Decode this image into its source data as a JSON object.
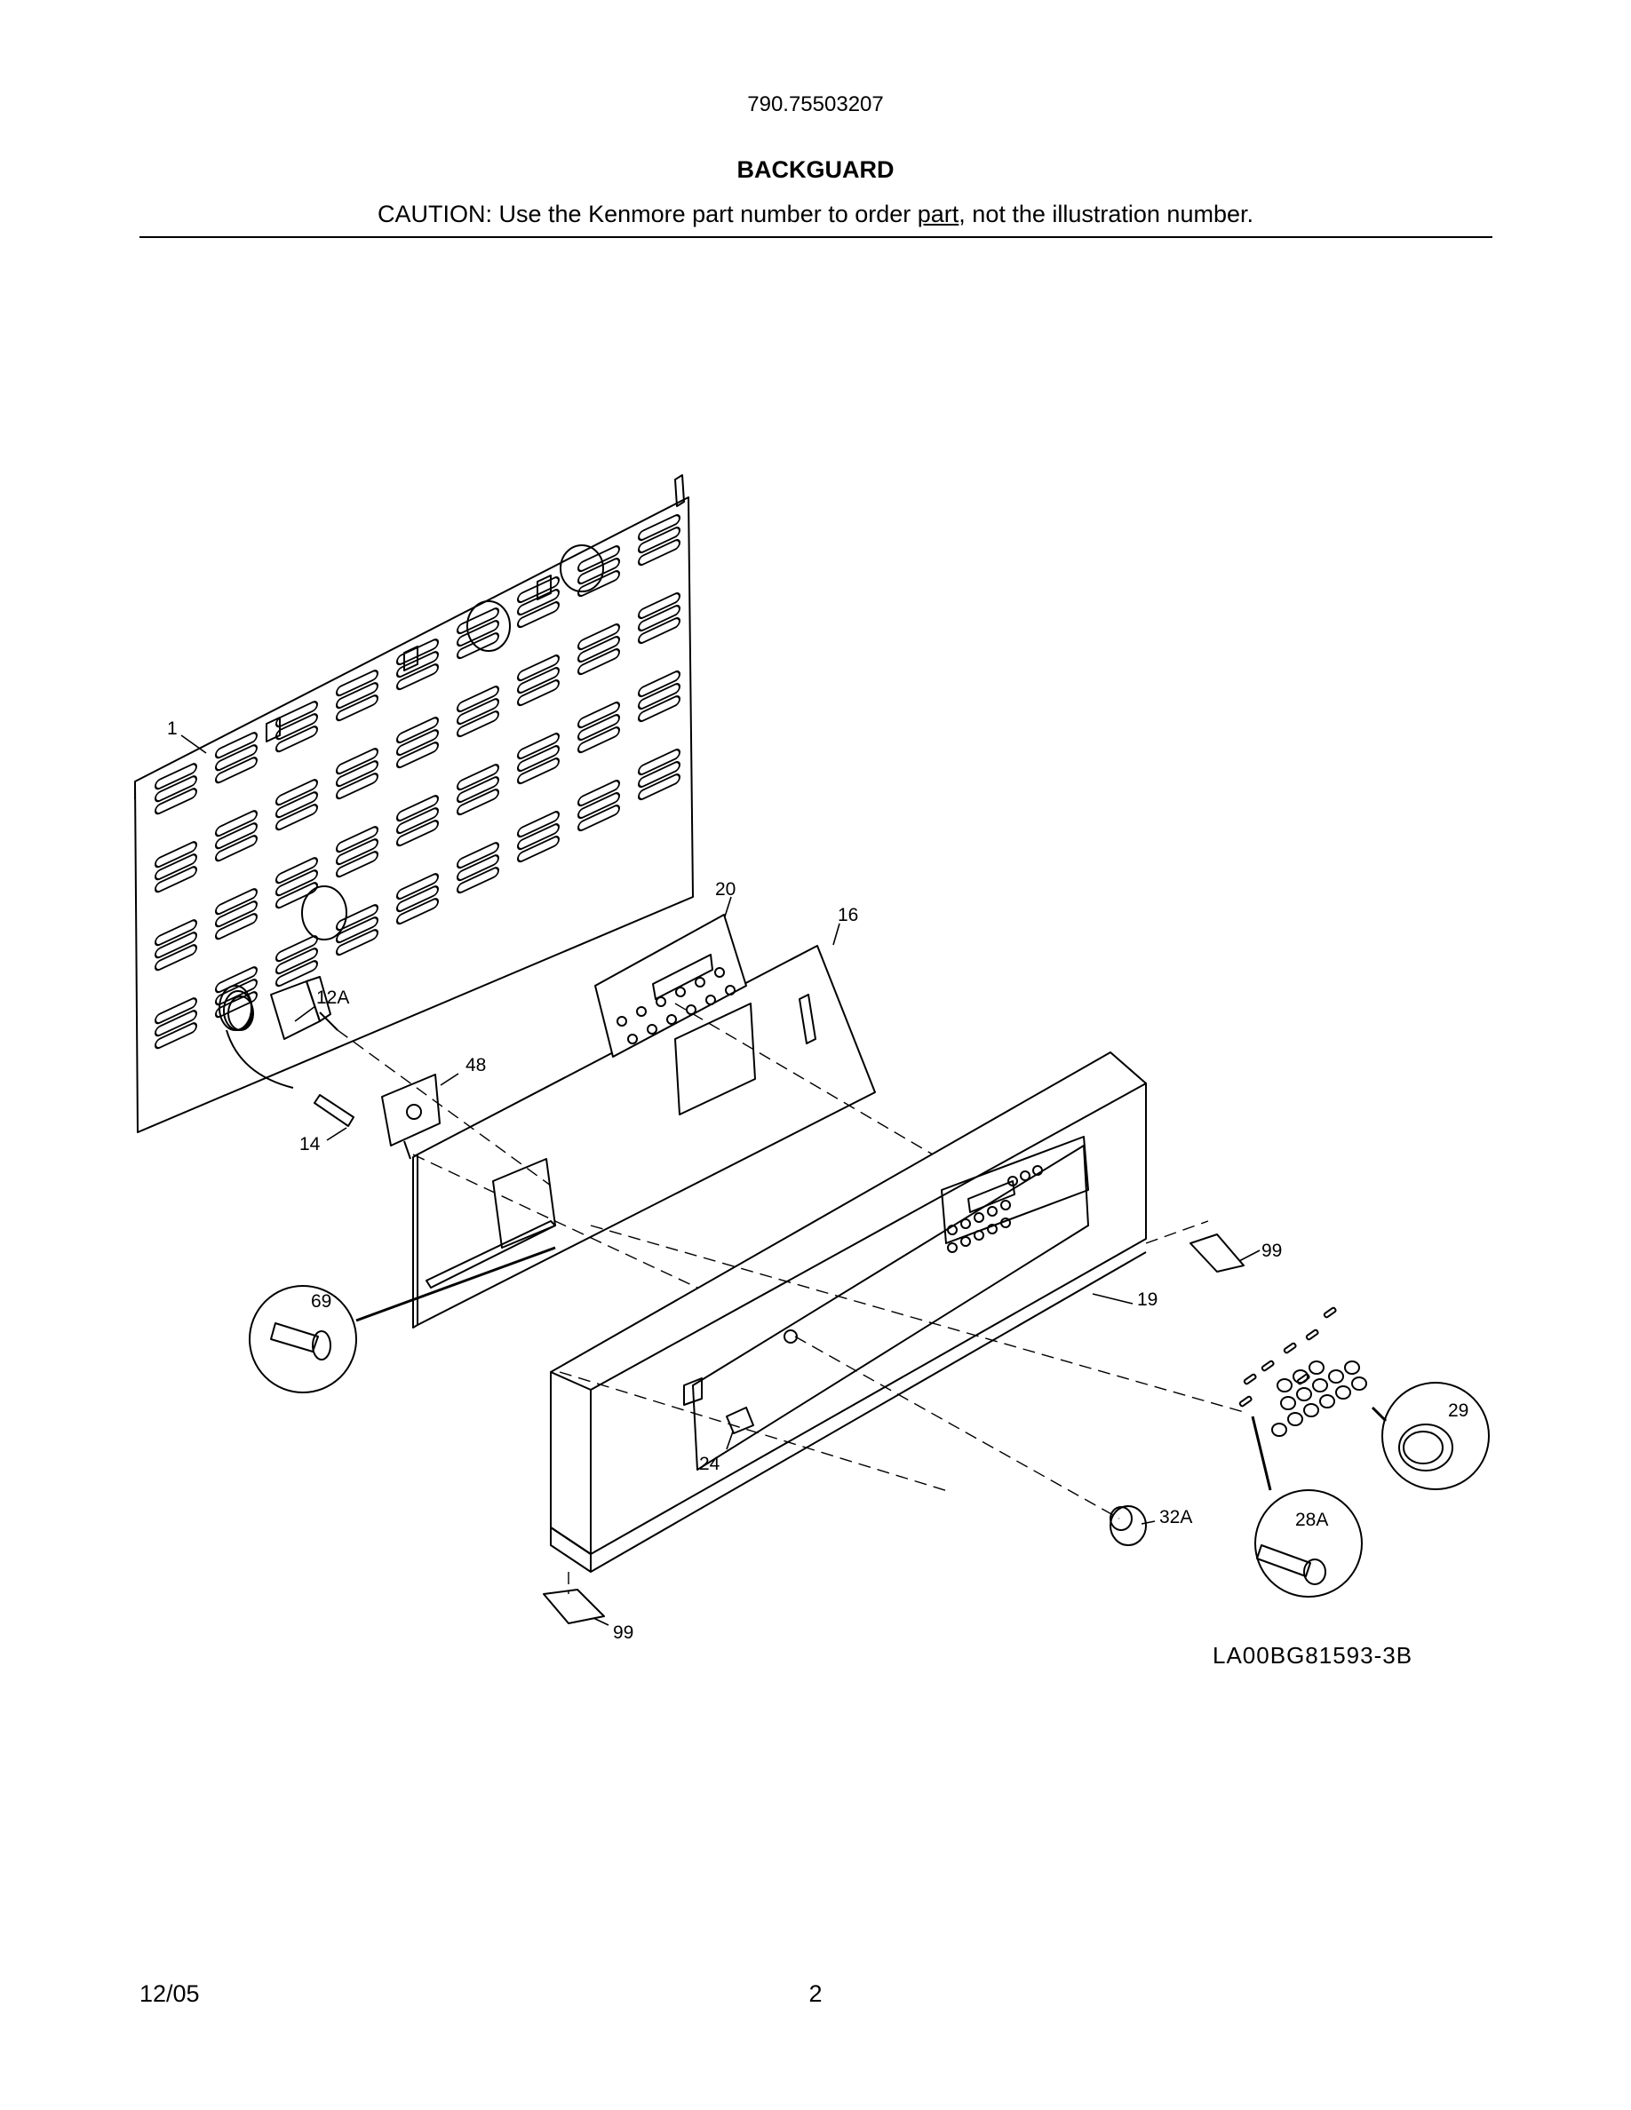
{
  "header": {
    "model_number": "790.75503207",
    "section_title": "BACKGUARD",
    "caution_prefix": "CAUTION: Use the Kenmore part number to order ",
    "caution_underlined": "part",
    "caution_suffix": ", not the illustration number."
  },
  "callouts": {
    "c1": "1",
    "c12A": "12A",
    "c14": "14",
    "c16": "16",
    "c19": "19",
    "c20": "20",
    "c24": "24",
    "c28A": "28A",
    "c29": "29",
    "c32A": "32A",
    "c48": "48",
    "c69": "69",
    "c99_right": "99",
    "c99_bottom": "99"
  },
  "diagram_code": "LA00BG81593-3B",
  "footer": {
    "date": "12/05",
    "page_number": "2"
  }
}
